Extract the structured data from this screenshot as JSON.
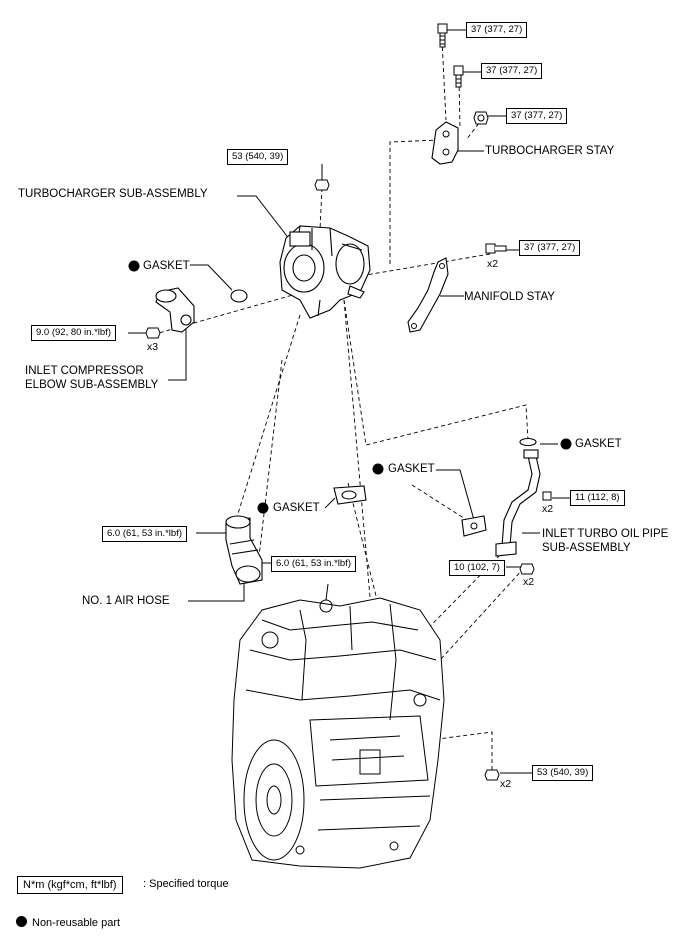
{
  "parts": {
    "turbocharger_stay": "TURBOCHARGER STAY",
    "turbocharger_sub_assembly": "TURBOCHARGER SUB-ASSEMBLY",
    "gasket": "GASKET",
    "manifold_stay": "MANIFOLD STAY",
    "inlet_compressor_elbow_line1": "INLET COMPRESSOR",
    "inlet_compressor_elbow_line2": "ELBOW SUB-ASSEMBLY",
    "inlet_turbo_oil_pipe_line1": "INLET TURBO OIL PIPE",
    "inlet_turbo_oil_pipe_line2": "SUB-ASSEMBLY",
    "no1_air_hose": "NO. 1 AIR HOSE"
  },
  "torques": {
    "t37": "37 (377, 27)",
    "t53": "53 (540, 39)",
    "t9": "9.0 (92, 80 in.*lbf)",
    "t6": "6.0 (61, 53 in.*lbf)",
    "t11": "11 (112, 8)",
    "t10": "10 (102, 7)"
  },
  "quantities": {
    "x2": "x2",
    "x3": "x3"
  },
  "legend": {
    "unit_box": "N*m (kgf*cm, ft*lbf)",
    "unit_desc": ": Specified torque",
    "non_reusable": "Non-reusable part"
  }
}
